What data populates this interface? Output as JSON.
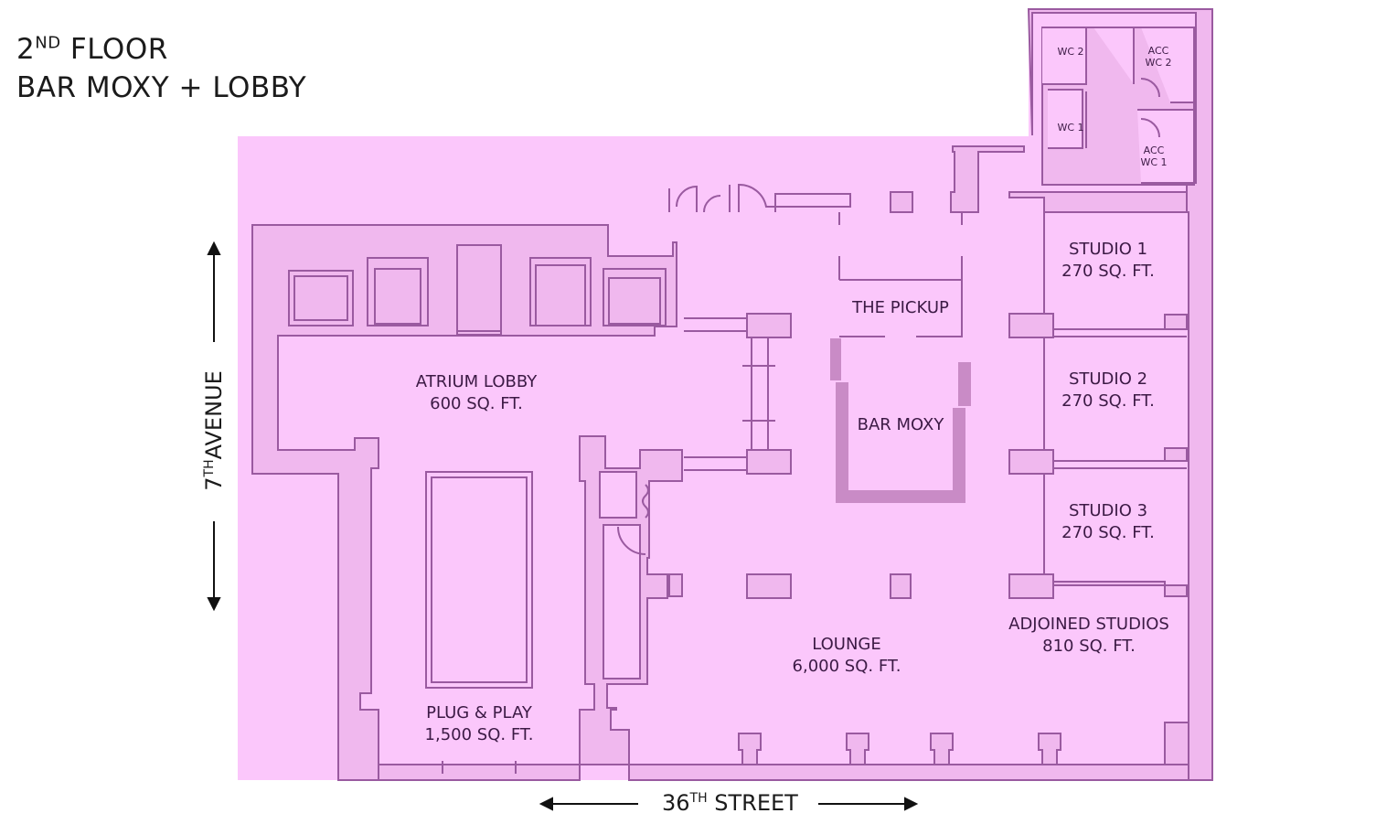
{
  "title": {
    "floor_num": "2",
    "floor_sup": "ND",
    "floor_word": "FLOOR",
    "line2": "BAR MOXY + LOBBY"
  },
  "streets": {
    "ave_num": "7",
    "ave_sup": "TH",
    "ave_word": "AVENUE",
    "street_num": "36",
    "street_sup": "TH",
    "street_word": "STREET"
  },
  "rooms": {
    "atrium": {
      "name": "ATRIUM LOBBY",
      "area": "600 SQ. FT."
    },
    "plug": {
      "name": "PLUG & PLAY",
      "area": "1,500 SQ. FT."
    },
    "pickup": {
      "name": "THE PICKUP"
    },
    "bar": {
      "name": "BAR MOXY"
    },
    "lounge": {
      "name": "LOUNGE",
      "area": "6,000 SQ. FT."
    },
    "studio1": {
      "name": "STUDIO 1",
      "area": "270 SQ. FT."
    },
    "studio2": {
      "name": "STUDIO 2",
      "area": "270 SQ. FT."
    },
    "studio3": {
      "name": "STUDIO 3",
      "area": "270 SQ. FT."
    },
    "adjoined": {
      "name": "ADJOINED STUDIOS",
      "area": "810 SQ. FT."
    }
  },
  "restrooms": {
    "wc2": "WC 2",
    "wc1": "WC 1",
    "acc_wc2_a": "ACC",
    "acc_wc2_b": "WC 2",
    "acc_wc1_a": "ACC",
    "acc_wc1_b": "WC 1"
  },
  "colors": {
    "floor_fill": "#fbc7fb",
    "wall_fill": "#f0b8ee",
    "wall_stroke": "#9a5aa0",
    "column_fill": "#d99ad6",
    "bar_fill": "#c98bc6"
  }
}
